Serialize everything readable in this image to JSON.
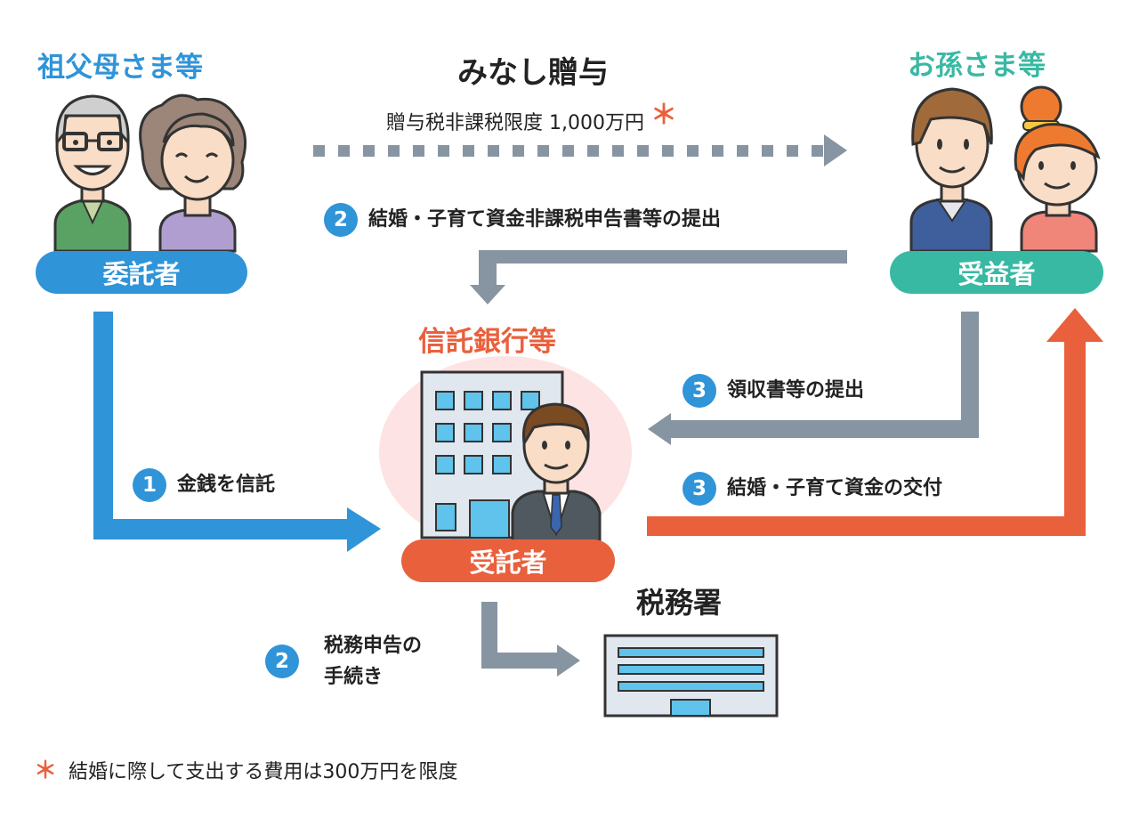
{
  "colors": {
    "blue": "#2f94d8",
    "teal": "#38b9a3",
    "orange": "#e9603c",
    "gray": "#8795a2",
    "pink_circle": "#fde3e3",
    "building_blue": "#5fc3ec"
  },
  "grandparents": {
    "title": "祖父母さま等",
    "badge": "委託者"
  },
  "grandchildren": {
    "title": "お孫さま等",
    "badge": "受益者"
  },
  "bank": {
    "title": "信託銀行等",
    "badge": "受託者"
  },
  "tax_office": {
    "title": "税務署"
  },
  "gift": {
    "title": "みなし贈与",
    "limit": "贈与税非課税限度 1,000万円",
    "mark": "＊"
  },
  "steps": {
    "s1": {
      "num": "1",
      "label": "金銭を信託"
    },
    "s2a": {
      "num": "2",
      "label": "結婚・子育て資金非課税申告書等の提出"
    },
    "s2b": {
      "num": "2",
      "label_line1": "税務申告の",
      "label_line2": "手続き"
    },
    "s3a": {
      "num": "3",
      "label": "領収書等の提出"
    },
    "s3b": {
      "num": "3",
      "label": "結婚・子育て資金の交付"
    }
  },
  "footnote": {
    "mark": "＊",
    "text": "結婚に際して支出する費用は300万円を限度"
  },
  "icons": [
    "grandfather-icon",
    "grandmother-icon",
    "grandson-icon",
    "granddaughter-icon",
    "office-building-icon",
    "banker-icon",
    "tax-office-building-icon"
  ]
}
